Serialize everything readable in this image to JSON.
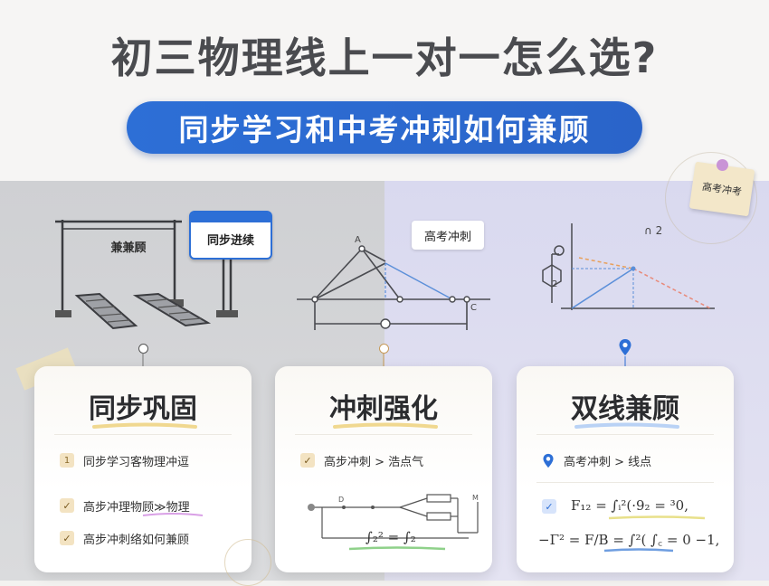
{
  "title": "初三物理线上一对一怎么选?",
  "subtitle": "同步学习和中考冲刺如何兼顾",
  "sticky_note": "高考冲考",
  "illustrations": {
    "gate_label": "兼兼顾",
    "sign_label": "同步进续",
    "tag_label": "高考冲刺",
    "labels": {
      "A": "A",
      "C": "C",
      "two": "2",
      "power": "∩ 2"
    }
  },
  "cards": [
    {
      "title": "同步巩固",
      "rows": [
        {
          "icon": "number-badge",
          "badge": "1",
          "text": "同步学习客物理冲逗"
        },
        {
          "icon": "check",
          "text": "高步冲理物顾≫物理"
        },
        {
          "icon": "check",
          "text": "高步冲刺络如何兼顾"
        }
      ]
    },
    {
      "title": "冲刺强化",
      "rows": [
        {
          "icon": "check",
          "text": "高步冲刺 > 浩点气"
        }
      ],
      "formula": "∫₂² = ∫₂",
      "diagram_labels": {
        "d": "D",
        "m": "M"
      }
    },
    {
      "title": "双线兼顾",
      "rows": [
        {
          "icon": "location",
          "text": "高考冲刺 > 线点"
        }
      ],
      "formula_1": "F₁₂ = ∫ᵢ²(·9₂ = ³0,",
      "formula_2": "−Γ² = F/B = ∫²( ∫꜀ = 0 −1,"
    }
  ],
  "colors": {
    "accent": "#2d6fd6",
    "title": "#4a4b4f",
    "badge": "#f3e3c2",
    "sticky": "#f3e7c9"
  }
}
